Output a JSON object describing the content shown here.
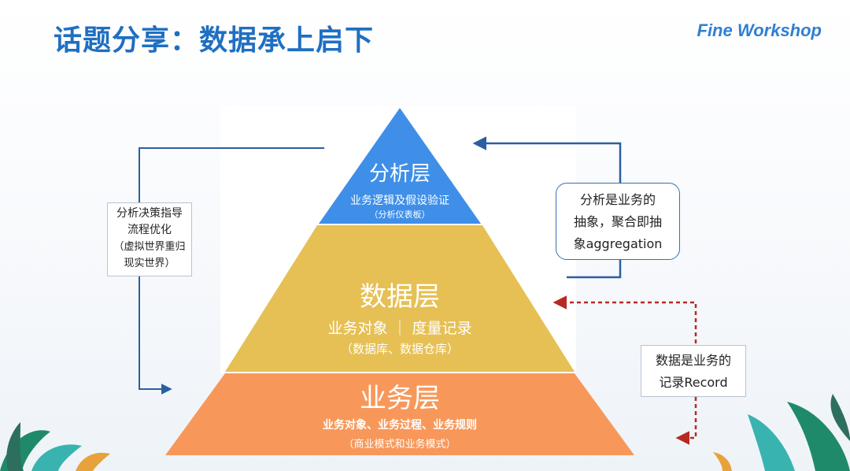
{
  "header": {
    "title": "话题分享：数据承上启下",
    "brand": "Fine Workshop"
  },
  "pyramid": {
    "top": {
      "name": "分析层",
      "desc": "业务逻辑及假设验证",
      "note": "（分析仪表板）",
      "color": "#3f8fe8"
    },
    "middle": {
      "name": "数据层",
      "desc": "业务对象 ｜ 度量记录",
      "note": "（数据库、数据仓库）",
      "color": "#e6c054"
    },
    "bottom": {
      "name": "业务层",
      "desc": "业务对象、业务过程、业务规则",
      "note": "（商业模式和业务模式）",
      "color": "#f7985a"
    }
  },
  "left_box": {
    "lines": [
      "分析决策指导",
      "流程优化",
      "（虚拟世界重归",
      "现实世界）"
    ]
  },
  "right_top_box": {
    "lines": [
      "分析是业务的",
      "抽象，聚合即抽",
      "象aggregation"
    ]
  },
  "right_bottom_box": {
    "lines": [
      "数据是业务的",
      "记录Record"
    ]
  },
  "colors": {
    "title": "#1f6fc2",
    "blue_arrow": "#2b5fa0",
    "red_arrow": "#b72a24",
    "box_border_blue": "#3a6fb0",
    "leaf_green": "#1f8a6a",
    "leaf_teal": "#39b3b0"
  }
}
